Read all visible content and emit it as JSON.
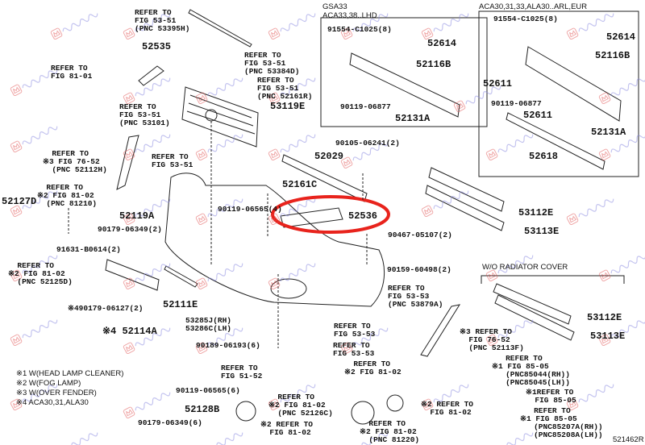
{
  "diagram": {
    "figure_code": "521462R",
    "watermark": "georgakopoulos",
    "highlight_color": "#e8231c",
    "notes": [
      "※1 W(HEAD LAMP CLEANER)",
      "※2 W(FOG LAMP)",
      "※3 W(OVER FENDER)",
      "※4 ACA30,31,ALA30"
    ],
    "inset_left_title": "GSA33\nACA33,38..LHD",
    "inset_right_title": "ACA30,31,33,ALA30..ARL,EUR",
    "wo_radiator_cover": "W/O RADIATOR COVER",
    "labels": {
      "ref_53395h": "REFER TO\nFIG 53-51\n(PNC 53395H)",
      "p52535": "52535",
      "ref_81_01": "REFER TO\nFIG 81-01",
      "ref_53384d": "REFER TO\nFIG 53-51\n(PNC 53384D)",
      "ref_52161r": "REFER TO\nFIG 53-51\n(PNC 52161R)",
      "p53119e": "53119E",
      "ref_53101": "REFER TO\nFIG 53-51\n(PNC 53101)",
      "ref_52112h": "  REFER TO\n※3 FIG 76-52\n  (PNC 52112H)",
      "ref_53_51": "REFER TO\nFIG 53-51",
      "p52029": "52029",
      "p90105": "90105-06241(2)",
      "p52161c": "52161C",
      "ref_81210": "  REFER TO\n※2 FIG 81-02\n  (PNC 81210)",
      "p52127d": "52127D",
      "p52119a": "52119A",
      "p90119_4": "90119-06565(4)",
      "p52536": "52536",
      "p90467": "90467-05107(2)",
      "p90179_2": "90179-06349(2)",
      "p91631": "91631-B0614(2)",
      "ref_52125d": "  REFER TO\n※2 FIG 81-02\n  (PNC 52125D)",
      "p90159": "90159-60498(2)",
      "ref_53879a": "REFER TO\nFIG 53-53\n(PNC 53879A)",
      "p90179_06127": "※490179-06127(2)",
      "p52111e": "52111E",
      "p53285j": "53285J(RH)\n53286C(LH)",
      "p52114a": "※4 52114A",
      "ref_53_53a": "REFER TO\nFIG 53-53",
      "ref_53_53b": "REFER TO\nFIG 53-53",
      "p90189": "90189-06193(6)",
      "ref_51_52": "REFER TO\nFIG 51-52",
      "p90119_6": "90119-06565(6)",
      "p52128b": "52128B",
      "p90179_6": "90179-06349(6)",
      "ref_81_02a": "  REFER TO\n※2 FIG 81-02",
      "ref_52126c": "  REFER TO\n※2 FIG 81-02\n  (PNC 52126C)",
      "ref_81_02b": "※2 REFER TO\n  FIG 81-02",
      "ref_81220": "  REFER TO\n※2 FIG 81-02\n  (PNC 81220)",
      "ref_81_02c": "※2 REFER TO\n  FIG 81-02",
      "l91554": "91554-C1025(8)",
      "l52614": "52614",
      "l52116b": "52116B",
      "l90119": "90119-06877",
      "l52131a": "52131A",
      "r91554": "91554-C1025(8)",
      "r52614": "52614",
      "r52116b": "52116B",
      "r52611a": "52611",
      "r90119": "90119-06877",
      "r52611b": "52611",
      "r52131a": "52131A",
      "r52618": "52618",
      "p53112e_a": "53112E",
      "p53113e_a": "53113E",
      "p53112e_b": "53112E",
      "p53113e_b": "53113E",
      "ref_52113f": "※3 REFER TO\n  FIG 76-52\n  (PNC 52113F)",
      "ref_85044": "   REFER TO\n※1 FIG 85-05\n   (PNC85044(RH))\n   (PNC85045(LH))",
      "ref_85_05": "※1REFER TO\n  FIG 85-05",
      "ref_85207a": "   REFER TO\n※1 FIG 85-05\n   (PNC85207A(RH))\n   (PNC85208A(LH))"
    }
  }
}
